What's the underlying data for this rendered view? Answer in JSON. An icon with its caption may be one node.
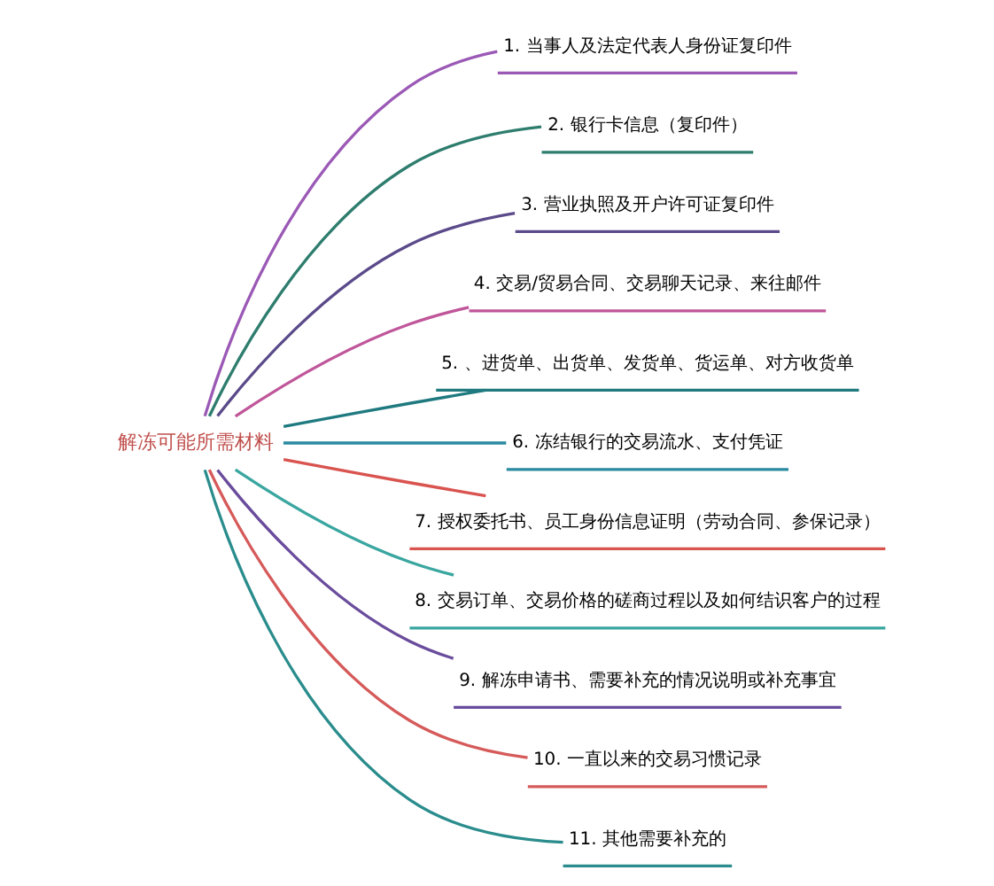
{
  "diagram": {
    "nodes": [
      {
        "text": [
          "解冻可能所需材料"
        ]
      },
      {
        "text": [
          "1. 当事人及法定代表人身份证复印件"
        ]
      },
      {
        "text": [
          "2. 银行卡信息（复印件）"
        ]
      },
      {
        "text": [
          "3. 营业执照及开户许可证复印件"
        ]
      },
      {
        "text": [
          "4. 交易/贸易合同、交易聊天记录、来往邮件"
        ]
      },
      {
        "text": [
          "5. 、进货单、出货单、发货单、货运单、对方收货单"
        ]
      },
      {
        "text": [
          "6. 冻结银行的交易流水、支付凭证"
        ]
      },
      {
        "text": [
          "7. 授权委托书、员工身份信息证明（劳动合同、参保记录）"
        ]
      },
      {
        "text": [
          "8. 交易订单、交易价格的磋商过程以及如何结识客户的过程"
        ]
      },
      {
        "text": [
          "9. 解冻申请书、需要补充的情况说明或补充事宜"
        ]
      },
      {
        "text": [
          "10. 一直以来的交易习惯记录"
        ]
      },
      {
        "text": [
          "11. 其他需要补充的"
        ]
      }
    ],
    "edges": [
      {
        "from": 0,
        "to": 1,
        "arrow": "none",
        "color": "#9b59b6"
      },
      {
        "from": 0,
        "to": 2,
        "arrow": "none",
        "color": "#2e7d6e"
      },
      {
        "from": 0,
        "to": 3,
        "arrow": "none",
        "color": "#5b4a8a"
      },
      {
        "from": 0,
        "to": 4,
        "arrow": "none",
        "color": "#c0569a"
      },
      {
        "from": 0,
        "to": 5,
        "arrow": "none",
        "color": "#1f7a80"
      },
      {
        "from": 0,
        "to": 6,
        "arrow": "none",
        "color": "#2a8aa0"
      },
      {
        "from": 0,
        "to": 7,
        "arrow": "none",
        "color": "#d9534f"
      },
      {
        "from": 0,
        "to": 8,
        "arrow": "none",
        "color": "#3aa6a0"
      },
      {
        "from": 0,
        "to": 9,
        "arrow": "none",
        "color": "#6a4c9c"
      },
      {
        "from": 0,
        "to": 10,
        "arrow": "none",
        "color": "#d65a5a"
      },
      {
        "from": 0,
        "to": 11,
        "arrow": "none",
        "color": "#2a8c8c"
      }
    ]
  }
}
